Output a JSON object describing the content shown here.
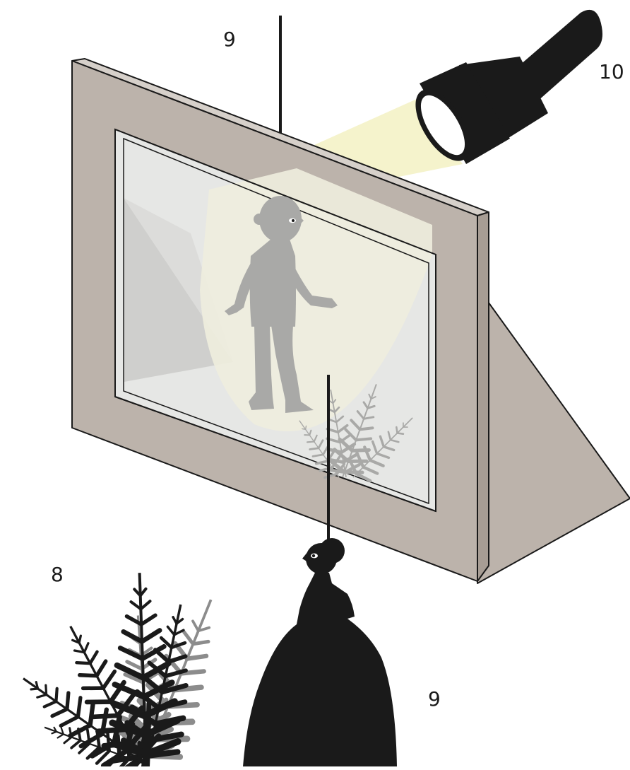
{
  "labels": {
    "top_rod": "9",
    "flashlight": "10",
    "fern_puppet": "8",
    "lady_puppet": "9"
  },
  "colors": {
    "frame": "#bcb3ab",
    "screen": "#e6e7e5",
    "light_beam": "#f5f3cc",
    "shadow": "#a9a9a7",
    "puppet": "#1a1a1a",
    "fern_gray": "#8c8c8c"
  },
  "icons": {
    "light_source": "flashlight-icon",
    "stand": "wedge-stand-icon"
  }
}
